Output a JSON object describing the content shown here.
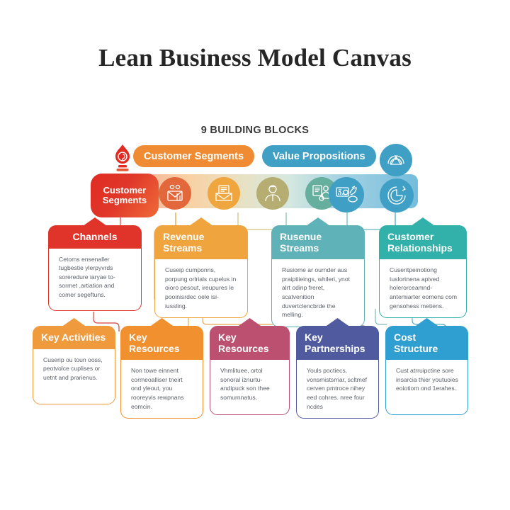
{
  "header": {
    "title": "Lean Business Model Canvas",
    "subtitle": "9 BUILDING BLOCKS"
  },
  "top_band": {
    "segment_block_label": "Customer\nSegments",
    "pills": [
      {
        "id": "customer-segments",
        "label": "Customer Segments",
        "color": "#ef8b33"
      },
      {
        "id": "value-propositions",
        "label": "Value Propositions",
        "color": "#3f9fc4"
      }
    ],
    "icons": [
      {
        "name": "mail-chart-icon",
        "color": "#e2683c"
      },
      {
        "name": "document-envelope-icon",
        "color": "#f0a63e"
      },
      {
        "name": "person-icon",
        "color": "#b5ad72"
      },
      {
        "name": "document-person-icon",
        "color": "#66ae9d"
      },
      {
        "name": "dashboard-rocket-icon",
        "color": "#3f9fc4"
      },
      {
        "name": "pie-chart-icon",
        "color": "#3f9fc4"
      },
      {
        "name": "gauge-icon",
        "color": "#3f9fc4"
      },
      {
        "name": "pie-refresh-icon",
        "color": "#3f9fc4"
      }
    ],
    "flame_icon": "lightbulb-flame-icon"
  },
  "middle_cards": [
    {
      "title": "Channels",
      "color": "#e0342a",
      "body": "Cetoms ensenaller tugbestie ylerpyvrds soreredure iaryae to-sormet ,artiation and comer segeftuns."
    },
    {
      "title": "Revenue\nStreams",
      "color": "#f0a43e",
      "body": "Cuseip cumponns, porpung orlrials cupelus in oioro pesout, ireupures le pooinisrdec oele isi-iussling."
    },
    {
      "title": "Rusenue\nStreams",
      "color": "#5fb2b8",
      "body": "Rusiome ar ournder aus praiptiieings, whileri, ynot alrt odinp freret, scatvenition duvertclencbrde the melling."
    },
    {
      "title": "Customer\nRelationships",
      "color": "#32b0aa",
      "body": "Cuseritpeinotiong tuslortnena apived holerorceamnd-antemiarter eomens com gensohess metiens."
    }
  ],
  "bottom_cards": [
    {
      "title": "Key Activities",
      "color": "#ef9a3c",
      "body": "Cuserip ou toun ooss, peotvolce cuplises or uetnt and prarienus."
    },
    {
      "title": "Key Resources",
      "color": "#f0902f",
      "body": "Non towe einnent cormeoalliser tneirt ond yleout, you rooreyvis rewpnans eomcin."
    },
    {
      "title": "Key Resources",
      "color": "#bb5070",
      "body": "Vhmlituee, ortol sonoral iznurtu-andipuck son thee somurnnatus."
    },
    {
      "title": "Key Partnerships",
      "color": "#4f5b9e",
      "body": "Youls poctiecs, vonsmistsrriar, scltmef cerven pmtroce nihey eed cohres. nree four ncdes"
    },
    {
      "title": "Cost Structure",
      "color": "#2f9ed0",
      "body": "Cust atrruipctine sore insarcia thier youtuoies eoiotiom ond 1erahes."
    }
  ]
}
